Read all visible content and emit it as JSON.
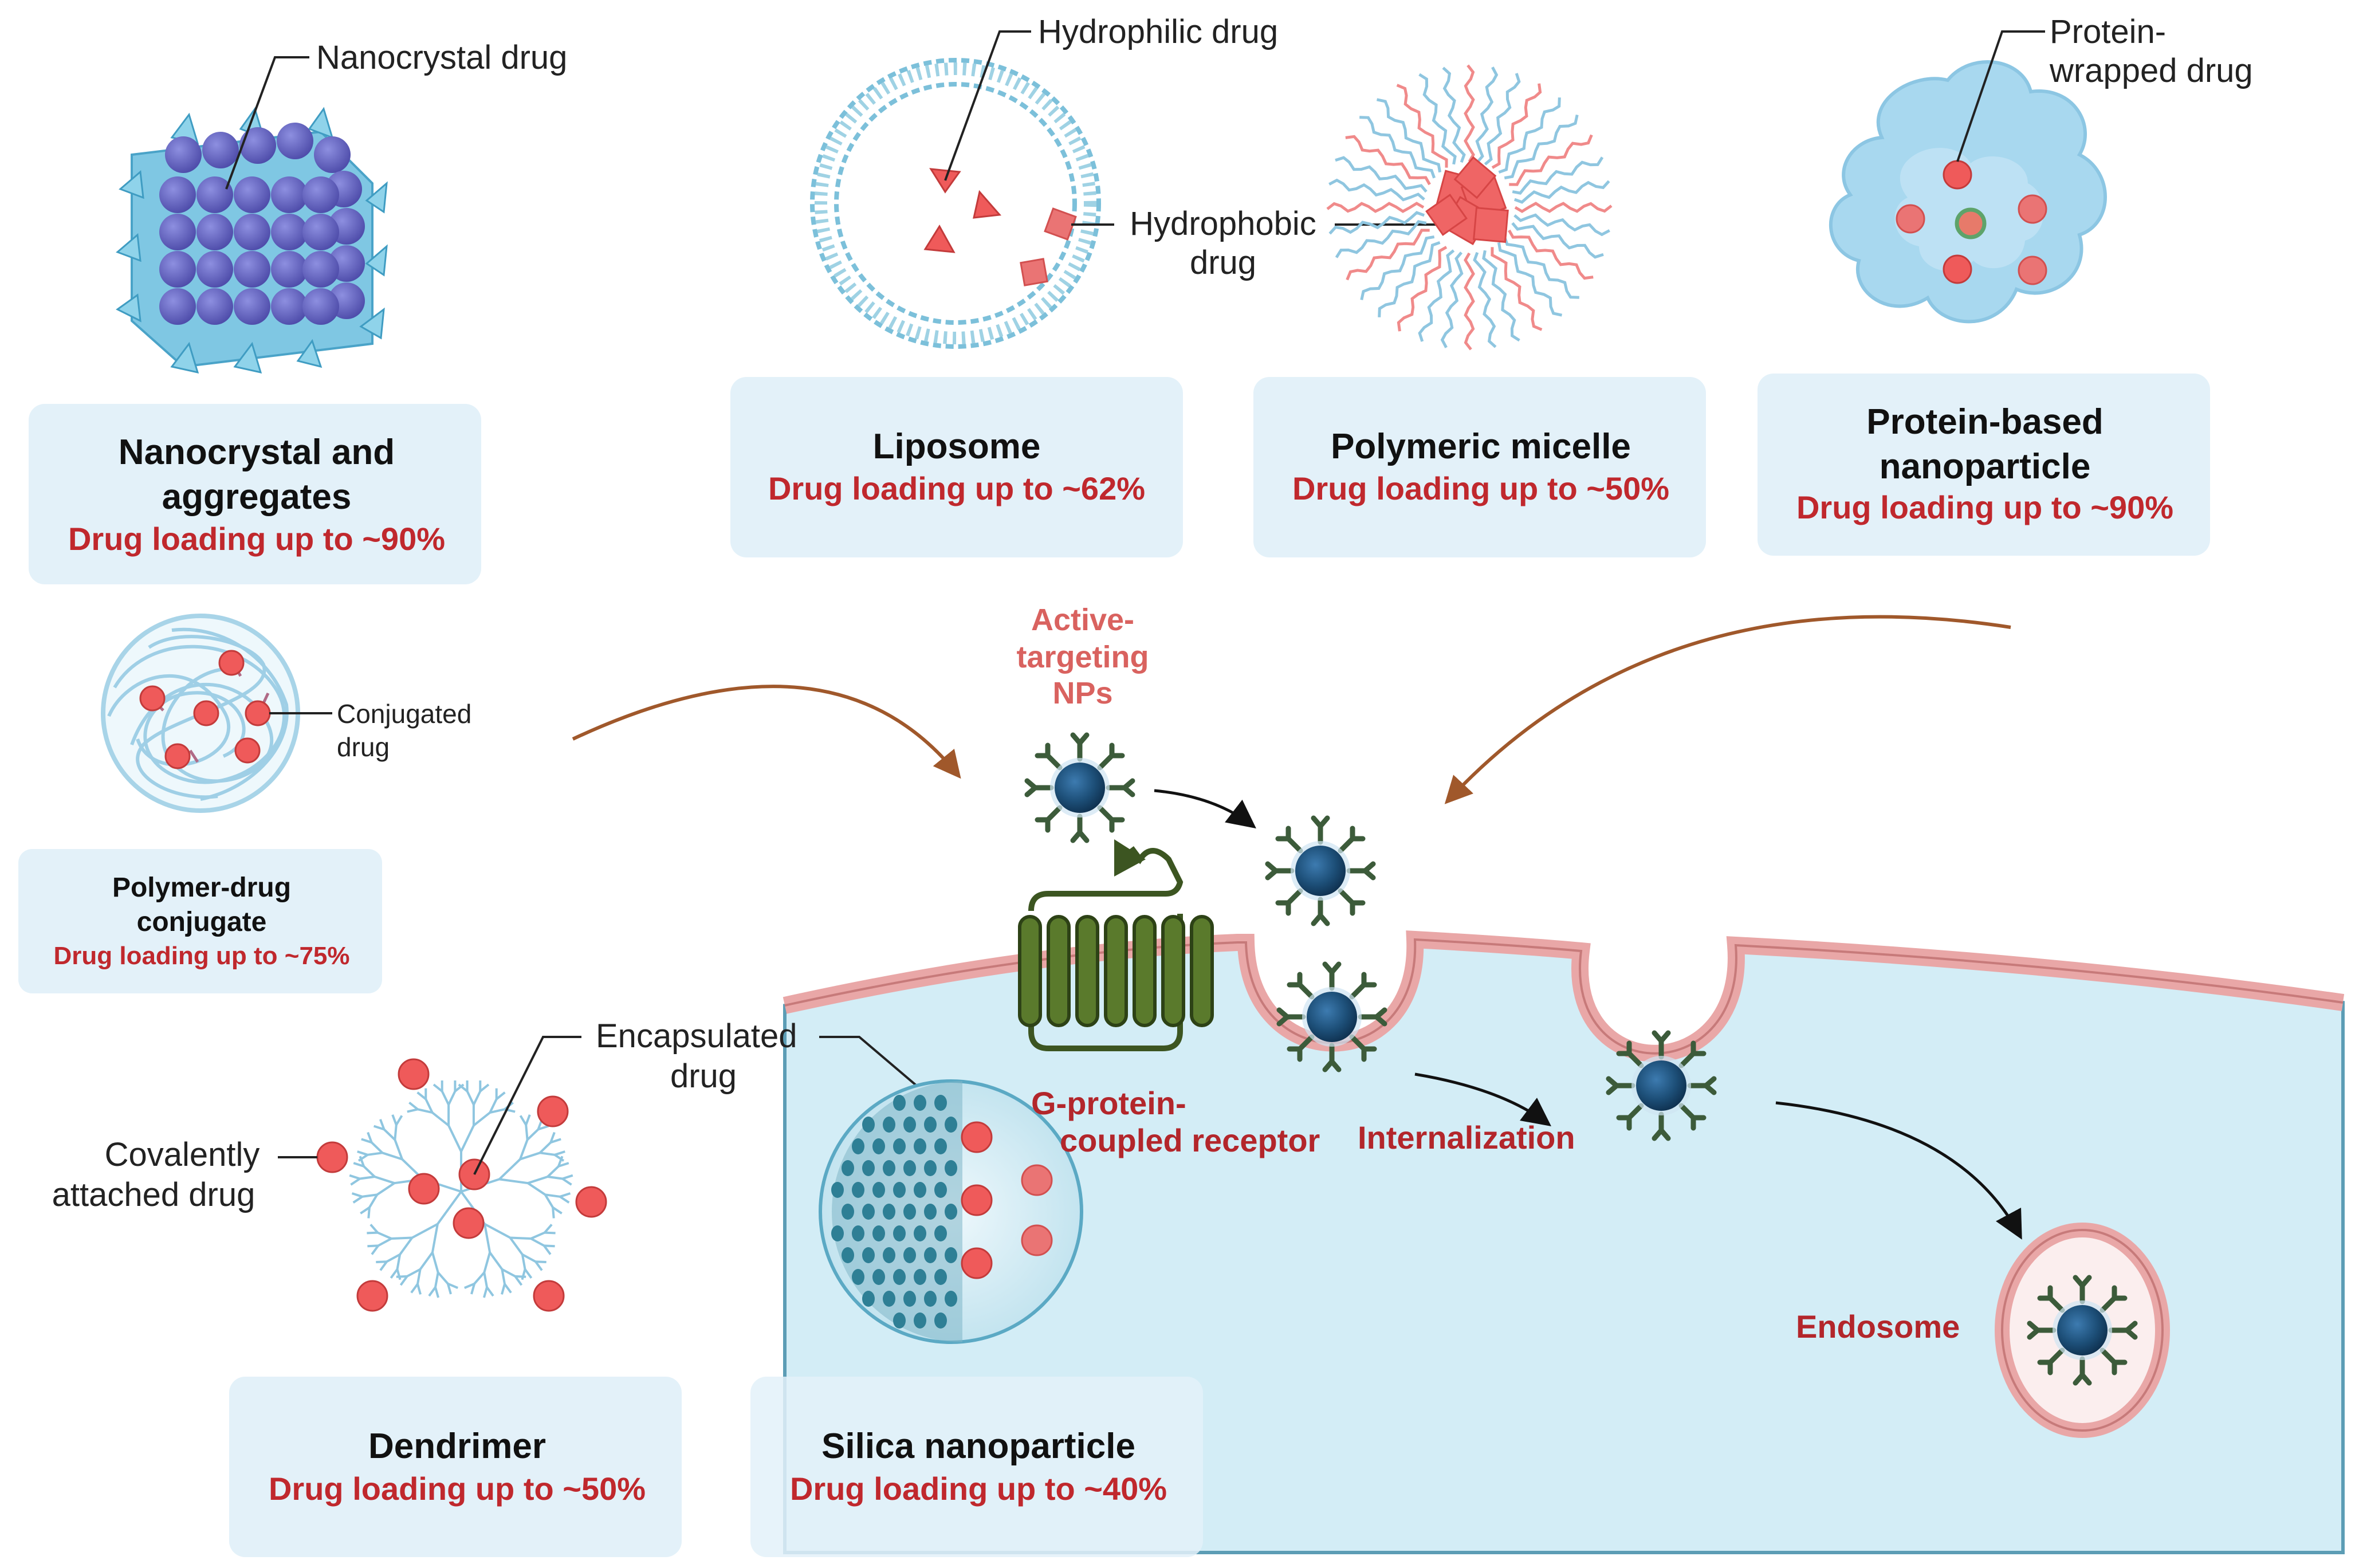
{
  "colors": {
    "card_bg": "#e3f1f9",
    "cell_fill": "#d3edf6",
    "membrane": "#e9a7a7",
    "drug_red": "#ef5a5a",
    "loading_text": "#c0282d",
    "nanoparticle_core": "#1d4f78",
    "receptor_green": "#3c5521",
    "arrow_brown": "#a0582b"
  },
  "cards": {
    "nanocrystal": {
      "title1": "Nanocrystal and",
      "title2": "aggregates",
      "loading": "Drug loading up to ~90%"
    },
    "liposome": {
      "title": "Liposome",
      "loading": "Drug loading up to ~62%"
    },
    "micelle": {
      "title": "Polymeric micelle",
      "loading": "Drug loading up to ~50%"
    },
    "protein": {
      "title1": "Protein-based",
      "title2": "nanoparticle",
      "loading": "Drug loading up to ~90%"
    },
    "polymer": {
      "title1": "Polymer-drug",
      "title2": "conjugate",
      "loading": "Drug loading up to ~75%"
    },
    "dendrimer": {
      "title": "Dendrimer",
      "loading": "Drug loading up to ~50%"
    },
    "silica": {
      "title": "Silica nanoparticle",
      "loading": "Drug loading up to ~40%"
    }
  },
  "labels": {
    "nanocrystal_drug": "Nanocrystal drug",
    "hydrophilic_drug": "Hydrophilic drug",
    "hydrophobic_drug_1": "Hydrophobic",
    "hydrophobic_drug_2": "drug",
    "protein_wrapped_1": "Protein-",
    "protein_wrapped_2": "wrapped drug",
    "conjugated_1": "Conjugated",
    "conjugated_2": "drug",
    "encapsulated_1": "Encapsulated",
    "encapsulated_2": "drug",
    "covalent_1": "Covalently",
    "covalent_2": "attached drug"
  },
  "mechanism": {
    "active_targeting_1": "Active-",
    "active_targeting_2": "targeting",
    "active_targeting_3": "NPs",
    "gpcr_1": "G-protein-",
    "gpcr_2": "coupled receptor",
    "internalization": "Internalization",
    "endosome": "Endosome"
  },
  "icons": [
    "nanocrystal-cube-icon",
    "liposome-icon",
    "micelle-icon",
    "protein-nanoparticle-icon",
    "polymer-conjugate-icon",
    "dendrimer-icon",
    "silica-nanoparticle-icon",
    "targeted-nanoparticle-icon",
    "gpcr-receptor-icon",
    "endosome-icon"
  ]
}
